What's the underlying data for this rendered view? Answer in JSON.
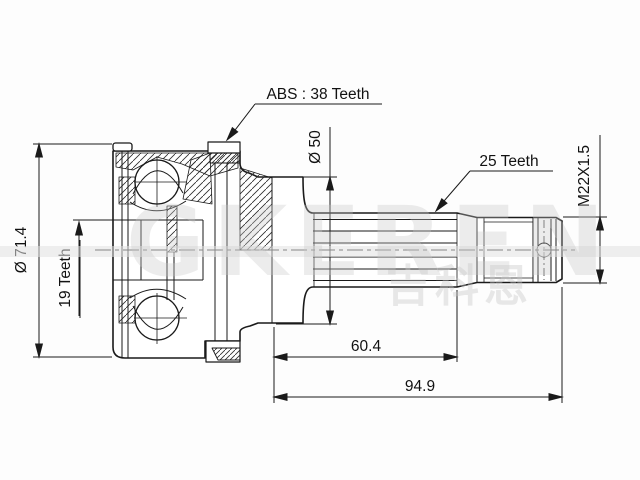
{
  "colors": {
    "line": "#1a1a1a",
    "text": "#121212",
    "watermark": "#c8c8c8",
    "background": "#fdfdfd"
  },
  "watermark": {
    "latin": "GKEREN",
    "cjk": "吉科恩"
  },
  "annotations": {
    "abs_ring": {
      "label": "ABS : 38 Teeth",
      "teeth": 38
    },
    "outer_diameter": {
      "label": "Ø 71.4",
      "value_mm": 71.4
    },
    "inner_spline": {
      "label": "19 Teeth",
      "teeth": 19
    },
    "shoulder_diameter": {
      "label": "Ø 50",
      "value_mm": 50
    },
    "shaft_spline": {
      "label": "25 Teeth",
      "teeth": 25
    },
    "thread": {
      "label": "M22X1.5"
    },
    "spline_length": {
      "label": "60.4",
      "value_mm": 60.4
    },
    "overall_length": {
      "label": "94.9",
      "value_mm": 94.9
    }
  }
}
